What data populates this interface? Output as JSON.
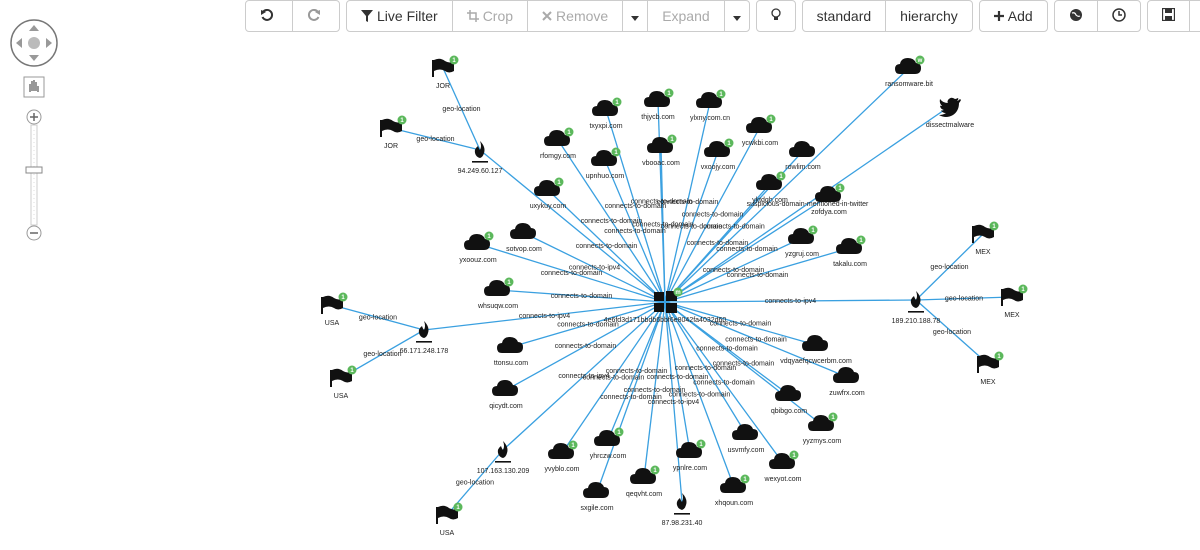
{
  "toolbar": {
    "live_filter": "Live Filter",
    "crop": "Crop",
    "remove": "Remove",
    "expand": "Expand",
    "standard": "standard",
    "hierarchy": "hierarchy",
    "add": "Add"
  },
  "graph": {
    "center": {
      "label": "4e6fd3d171bbdb6bbf6e8042fa4032d60",
      "badge": "m"
    },
    "edge_labels": {
      "connects_domain": "connects-to-domain",
      "connects_ipv4": "connects-to-ipv4",
      "geo": "geo-location",
      "twitter": "suspicious-domain-mentioned-in-twitter"
    },
    "nodes": [
      {
        "id": "jor1",
        "label": "JOR",
        "icon": "flag-icon",
        "badge": "1"
      },
      {
        "id": "jor2",
        "label": "JOR",
        "icon": "flag-icon",
        "badge": "1"
      },
      {
        "id": "ip1",
        "label": "94.249.60.127",
        "icon": "ip-icon"
      },
      {
        "id": "d_txyxpi",
        "label": "txyxpi.com",
        "icon": "cloud-icon",
        "badge": "1"
      },
      {
        "id": "d_thjycb",
        "label": "thjycb.com",
        "icon": "cloud-icon",
        "badge": "1"
      },
      {
        "id": "d_ylxny",
        "label": "ylxny.com.cn",
        "icon": "cloud-icon",
        "badge": "1"
      },
      {
        "id": "d_ycwkbi",
        "label": "ycwkbi.com",
        "icon": "cloud-icon",
        "badge": "1"
      },
      {
        "id": "d_rfomgy",
        "label": "rfomgy.com",
        "icon": "cloud-icon",
        "badge": "1"
      },
      {
        "id": "d_upnhuo",
        "label": "upnhuo.com",
        "icon": "cloud-icon",
        "badge": "1"
      },
      {
        "id": "d_vbooac",
        "label": "vbooac.com",
        "icon": "cloud-icon",
        "badge": "1"
      },
      {
        "id": "d_vxoojy",
        "label": "vxoojy.com",
        "icon": "cloud-icon",
        "badge": "1"
      },
      {
        "id": "d_rowlim",
        "label": "rowlim.com",
        "icon": "cloud-icon"
      },
      {
        "id": "d_yktdgh",
        "label": "yktdgh.com",
        "icon": "cloud-icon",
        "badge": "1"
      },
      {
        "id": "d_zofdya",
        "label": "zofdya.com",
        "icon": "cloud-icon",
        "badge": "1"
      },
      {
        "id": "d_uxykuy",
        "label": "uxykuy.com",
        "icon": "cloud-icon",
        "badge": "1"
      },
      {
        "id": "d_sotvop",
        "label": "sotvop.com",
        "icon": "cloud-icon"
      },
      {
        "id": "d_yxoouz",
        "label": "yxoouz.com",
        "icon": "cloud-icon",
        "badge": "1"
      },
      {
        "id": "d_yzgruj",
        "label": "yzgruj.com",
        "icon": "cloud-icon",
        "badge": "1"
      },
      {
        "id": "d_takalu",
        "label": "takalu.com",
        "icon": "cloud-icon",
        "badge": "1"
      },
      {
        "id": "d_whsuqw",
        "label": "whsuqw.com",
        "icon": "cloud-icon",
        "badge": "1"
      },
      {
        "id": "ransom",
        "label": "ransomware.bit",
        "icon": "cloud-icon",
        "badge": "w"
      },
      {
        "id": "twitter",
        "label": "dissectmalware",
        "icon": "twitter-icon"
      },
      {
        "id": "usa1",
        "label": "USA",
        "icon": "flag-icon",
        "badge": "1"
      },
      {
        "id": "usa2",
        "label": "USA",
        "icon": "flag-icon",
        "badge": "1"
      },
      {
        "id": "ip2",
        "label": "66.171.248.178",
        "icon": "ip-icon"
      },
      {
        "id": "mex1",
        "label": "MEX",
        "icon": "flag-icon",
        "badge": "1"
      },
      {
        "id": "mex2",
        "label": "MEX",
        "icon": "flag-icon",
        "badge": "1"
      },
      {
        "id": "mex3",
        "label": "MEX",
        "icon": "flag-icon",
        "badge": "1"
      },
      {
        "id": "ip3",
        "label": "189.210.188.78",
        "icon": "ip-icon"
      },
      {
        "id": "d_ttonsu",
        "label": "ttonsu.com",
        "icon": "cloud-icon"
      },
      {
        "id": "d_qicydt",
        "label": "qicydt.com",
        "icon": "cloud-icon"
      },
      {
        "id": "d_vdqyaefq",
        "label": "vdqyaefqcwcerbm.com",
        "icon": "cloud-icon"
      },
      {
        "id": "d_zuwfrx",
        "label": "zuwfrx.com",
        "icon": "cloud-icon"
      },
      {
        "id": "d_qbibgo",
        "label": "qbibgo.com",
        "icon": "cloud-icon"
      },
      {
        "id": "d_yyzmys",
        "label": "yyzmys.com",
        "icon": "cloud-icon",
        "badge": "1"
      },
      {
        "id": "d_usvmfy",
        "label": "usvmfy.com",
        "icon": "cloud-icon"
      },
      {
        "id": "d_wexyot",
        "label": "wexyot.com",
        "icon": "cloud-icon",
        "badge": "1"
      },
      {
        "id": "ip4",
        "label": "107.163.130.209",
        "icon": "ip-icon"
      },
      {
        "id": "d_yvyblo",
        "label": "yvyblo.com",
        "icon": "cloud-icon",
        "badge": "1"
      },
      {
        "id": "d_yhrczw",
        "label": "yhrczw.com",
        "icon": "cloud-icon",
        "badge": "1"
      },
      {
        "id": "d_ypnlre",
        "label": "ypnlre.com",
        "icon": "cloud-icon",
        "badge": "1"
      },
      {
        "id": "d_qeqvht",
        "label": "qeqvht.com",
        "icon": "cloud-icon",
        "badge": "1"
      },
      {
        "id": "d_xhqoun",
        "label": "xhqoun.com",
        "icon": "cloud-icon",
        "badge": "1"
      },
      {
        "id": "d_sxgile",
        "label": "sxgile.com",
        "icon": "cloud-icon"
      },
      {
        "id": "ip5",
        "label": "87.98.231.40",
        "icon": "ip-icon"
      },
      {
        "id": "usa3",
        "label": "USA",
        "icon": "flag-icon",
        "badge": "1"
      }
    ]
  },
  "colors": {
    "edge": "#3aa0e0",
    "badge": "#5cb85c",
    "icon": "#111111"
  }
}
